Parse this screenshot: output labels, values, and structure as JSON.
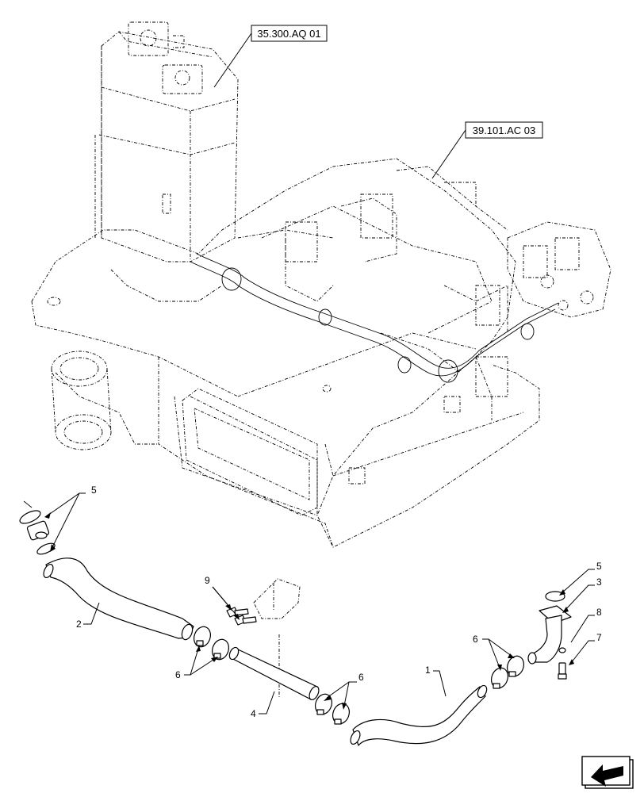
{
  "references": [
    {
      "id": "ref-35300",
      "label": "35.300.AQ 01"
    },
    {
      "id": "ref-39101",
      "label": "39.101.AC 03"
    }
  ],
  "callouts": {
    "c1": "1",
    "c2": "2",
    "c3": "3",
    "c4": "4",
    "c5a": "5",
    "c5b": "5",
    "c6a": "6",
    "c6b": "6",
    "c6c": "6",
    "c7": "7",
    "c8": "8",
    "c9": "9"
  },
  "nav_icon": "next-page-arrow-icon"
}
